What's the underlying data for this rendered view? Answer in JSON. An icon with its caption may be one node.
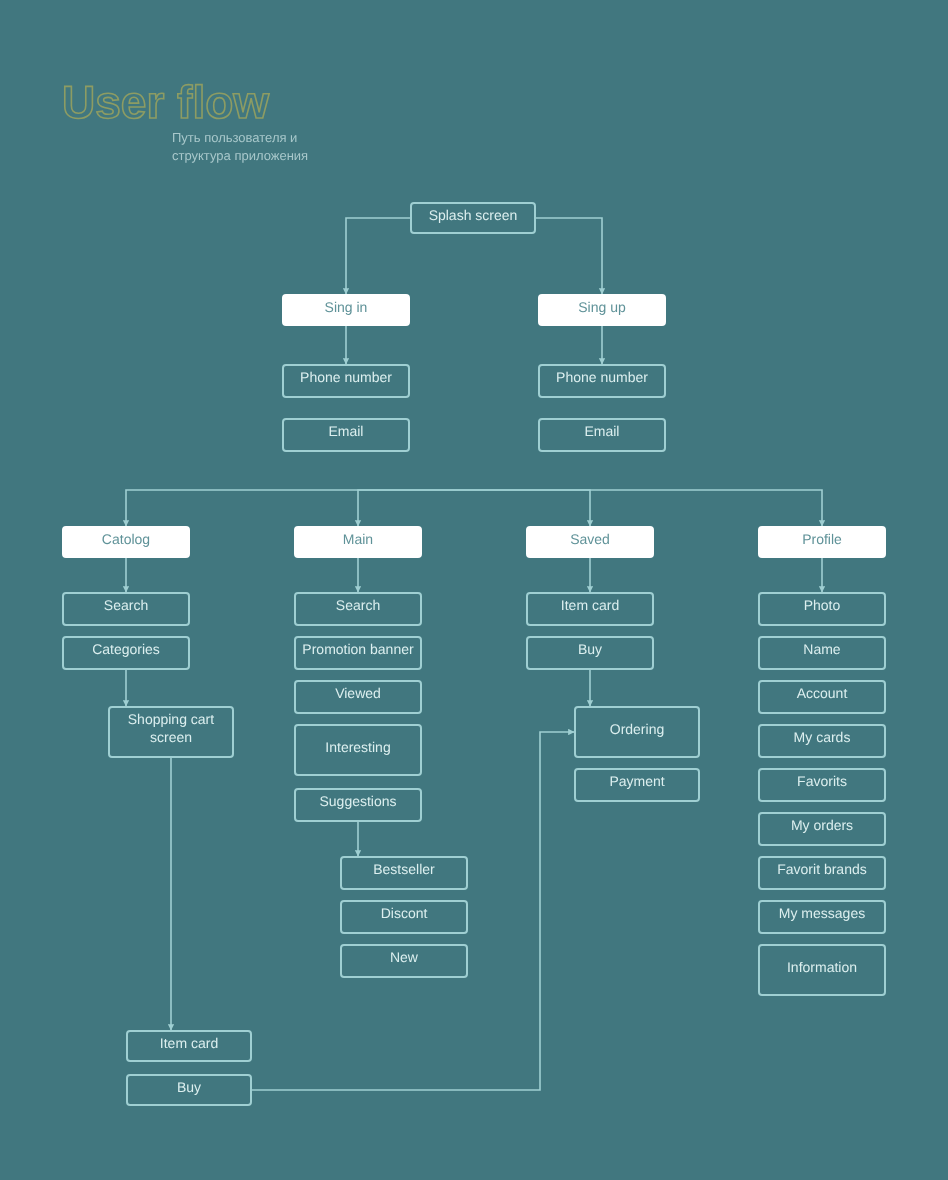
{
  "diagram": {
    "title": "User flow",
    "labels": [
      "Путь пользователя и структура приложения"
    ],
    "nodes": [
      {
        "text": [
          "Splash screen"
        ]
      },
      {
        "text": [
          "Sing in"
        ]
      },
      {
        "text": [
          "Sing up"
        ]
      },
      {
        "text": [
          "Phone number"
        ]
      },
      {
        "text": [
          "Email"
        ]
      },
      {
        "text": [
          "Phone number"
        ]
      },
      {
        "text": [
          "Email"
        ]
      },
      {
        "text": [
          "Catolog"
        ]
      },
      {
        "text": [
          "Main"
        ]
      },
      {
        "text": [
          "Saved"
        ]
      },
      {
        "text": [
          "Profile"
        ]
      },
      {
        "text": [
          "Search"
        ]
      },
      {
        "text": [
          "Categories"
        ]
      },
      {
        "text": [
          "Shopping cart screen"
        ]
      },
      {
        "text": [
          "Search"
        ]
      },
      {
        "text": [
          "Promotion banner"
        ]
      },
      {
        "text": [
          "Viewed"
        ]
      },
      {
        "text": [
          "Interesting"
        ]
      },
      {
        "text": [
          "Suggestions"
        ]
      },
      {
        "text": [
          "Bestseller"
        ]
      },
      {
        "text": [
          "Discont"
        ]
      },
      {
        "text": [
          "New"
        ]
      },
      {
        "text": [
          "Item card"
        ]
      },
      {
        "text": [
          "Buy"
        ]
      },
      {
        "text": [
          "Ordering"
        ]
      },
      {
        "text": [
          "Payment"
        ]
      },
      {
        "text": [
          "Photo"
        ]
      },
      {
        "text": [
          "Name"
        ]
      },
      {
        "text": [
          "Account"
        ]
      },
      {
        "text": [
          "My cards"
        ]
      },
      {
        "text": [
          "Favorits"
        ]
      },
      {
        "text": [
          "My orders"
        ]
      },
      {
        "text": [
          "Favorit brands"
        ]
      },
      {
        "text": [
          "My messages"
        ]
      },
      {
        "text": [
          "Information"
        ]
      },
      {
        "text": [
          "Item card"
        ]
      },
      {
        "text": [
          "Buy"
        ]
      }
    ],
    "edges": [
      {
        "from": 0,
        "to": 1,
        "arrow": "to"
      },
      {
        "from": 0,
        "to": 2,
        "arrow": "to"
      },
      {
        "from": 1,
        "to": 3,
        "arrow": "to"
      },
      {
        "from": 2,
        "to": 5,
        "arrow": "to"
      },
      {
        "from": null,
        "to": 7,
        "arrow": "to"
      },
      {
        "from": null,
        "to": 8,
        "arrow": "to"
      },
      {
        "from": null,
        "to": 9,
        "arrow": "to"
      },
      {
        "from": null,
        "to": 10,
        "arrow": "to"
      },
      {
        "from": 7,
        "to": 11,
        "arrow": "to"
      },
      {
        "from": 12,
        "to": 13,
        "arrow": "to"
      },
      {
        "from": 13,
        "to": 35,
        "arrow": "to"
      },
      {
        "from": 8,
        "to": 14,
        "arrow": "to"
      },
      {
        "from": 18,
        "to": 19,
        "arrow": "to"
      },
      {
        "from": 9,
        "to": 22,
        "arrow": "to"
      },
      {
        "from": 23,
        "to": 24,
        "arrow": "to"
      },
      {
        "from": 10,
        "to": 26,
        "arrow": "to"
      },
      {
        "from": 36,
        "to": 24,
        "arrow": "to"
      }
    ]
  }
}
